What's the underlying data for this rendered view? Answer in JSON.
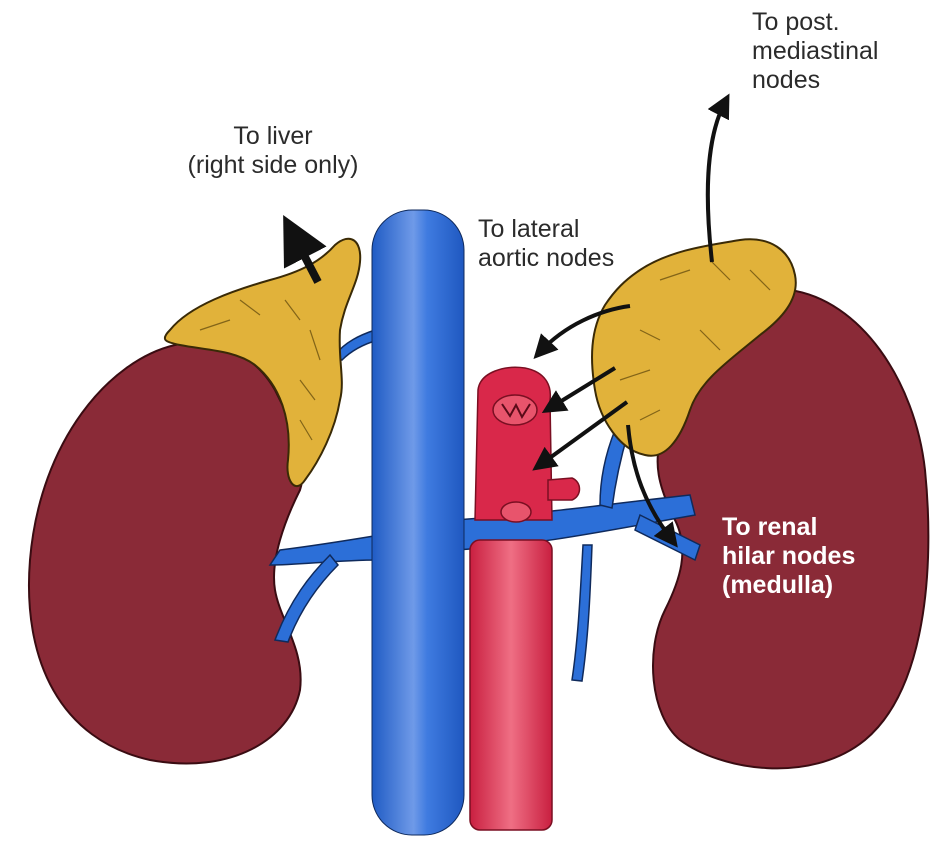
{
  "labels": {
    "post_mediastinal": [
      "To post.",
      "mediastinal",
      "nodes"
    ],
    "liver": [
      "To liver",
      "(right side only)"
    ],
    "lateral_aortic": [
      "To lateral",
      "aortic nodes"
    ],
    "renal_hilar": [
      "To renal",
      "hilar nodes",
      "(medulla)"
    ]
  },
  "colors": {
    "kidney": "#8a2a37",
    "adrenal": "#e1b23a",
    "vein": "#2c6fd8",
    "vein_highlight": "#7fa8ee",
    "artery": "#d9284a",
    "arrow": "#111111"
  }
}
